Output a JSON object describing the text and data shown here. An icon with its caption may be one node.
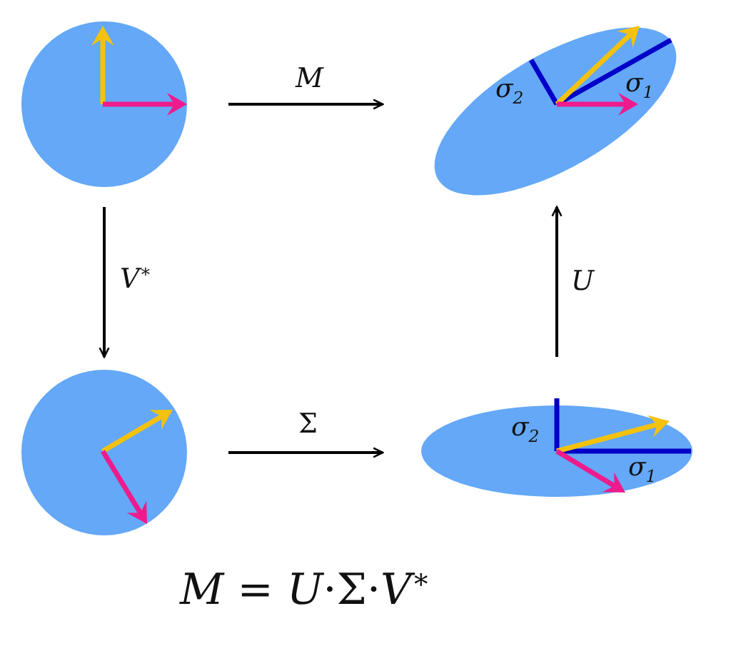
{
  "diagram": {
    "nodes": [
      {
        "text": [],
        "shape": "circle"
      },
      {
        "text": [
          "σ$_{2}$",
          "σ$_{1}$"
        ]
      },
      {
        "text": [],
        "shape": "circle"
      },
      {
        "text": [
          "σ$_{2}$",
          "σ$_{1}$"
        ]
      }
    ],
    "edges": [
      {
        "from": 0,
        "to": 1,
        "arrow": "to",
        "label": "*M*"
      },
      {
        "from": 0,
        "to": 2,
        "arrow": "to",
        "label": "*V*$^{∗}$"
      },
      {
        "from": 2,
        "to": 3,
        "arrow": "to",
        "label": "Σ"
      },
      {
        "from": 3,
        "to": 1,
        "arrow": "to",
        "label": "*U*"
      }
    ],
    "labels": [
      "*M* = *U*·Σ·*V*$^{∗}$"
    ]
  }
}
